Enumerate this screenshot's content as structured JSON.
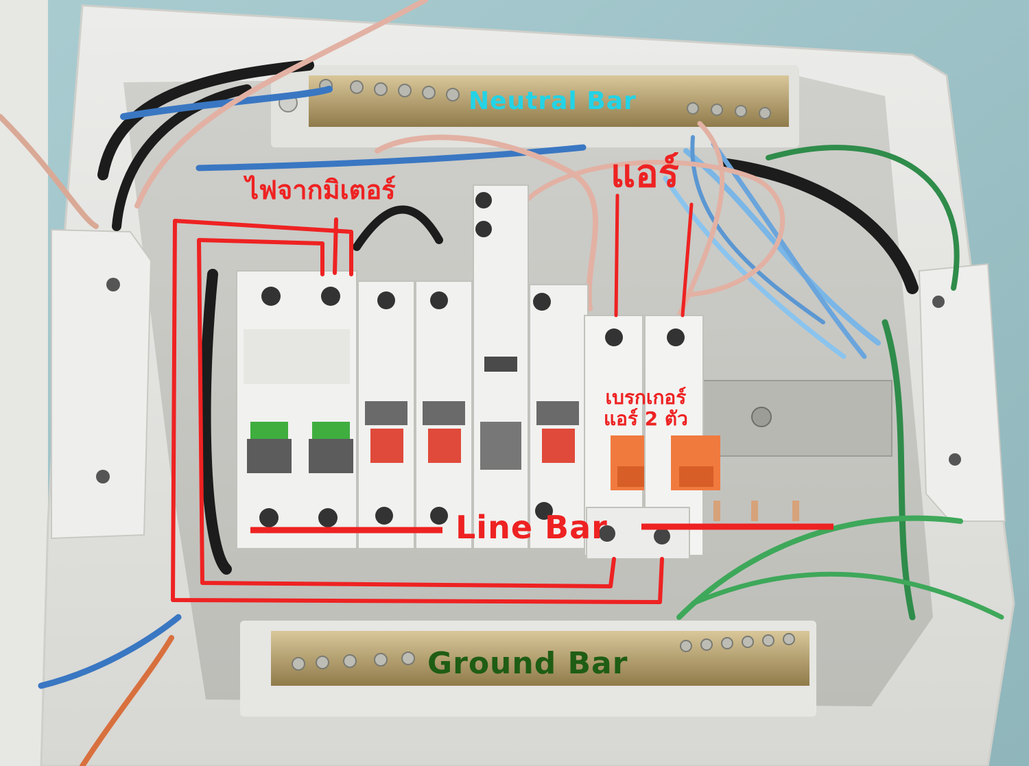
{
  "labels": {
    "neutral_bar": "Neutral Bar",
    "from_meter": "ไฟจากมิเตอร์",
    "air": "แอร์",
    "air_breakers_line1": "เบรกเกอร์",
    "air_breakers_line2": "แอร์ 2 ตัว",
    "line_bar": "Line Bar",
    "ground_bar": "Ground Bar"
  },
  "colors": {
    "neutral_label": "#23d3e6",
    "annotation_red": "#ee2222",
    "ground_label": "#1f5d14",
    "wall": "#9fc4c9",
    "enclosure": "#e6e6e2"
  }
}
